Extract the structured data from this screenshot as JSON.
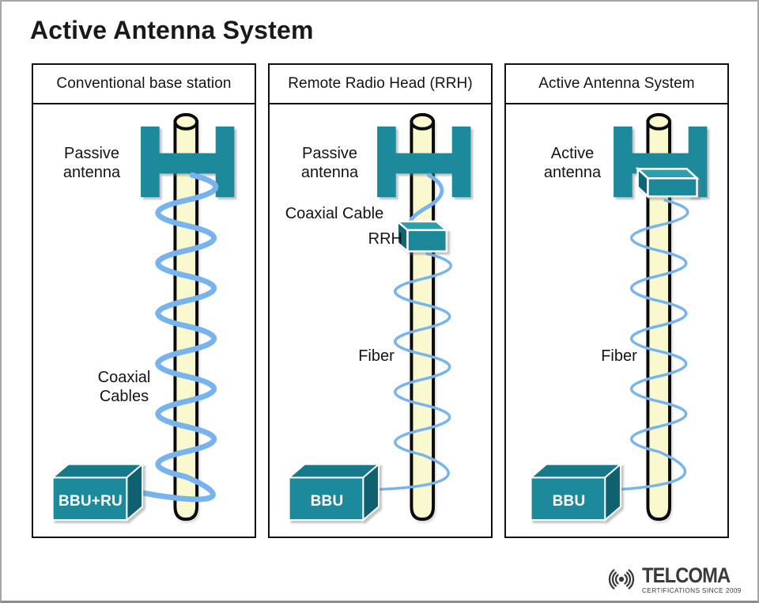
{
  "title": "Active Antenna System",
  "panels": [
    {
      "header": "Conventional base station",
      "antenna_label": {
        "line1": "Passive",
        "line2": "antenna"
      },
      "cable_label": {
        "line1": "Coaxial",
        "line2": "Cables"
      },
      "unit_label": "BBU+RU"
    },
    {
      "header": "Remote Radio Head (RRH)",
      "antenna_label": {
        "line1": "Passive",
        "line2": "antenna"
      },
      "coax_label": "Coaxial Cable",
      "rrh_label": "RRH",
      "fiber_label": "Fiber",
      "unit_label": "BBU"
    },
    {
      "header": "Active Antenna System",
      "antenna_label": {
        "line1": "Active",
        "line2": "antenna"
      },
      "fiber_label": "Fiber",
      "unit_label": "BBU"
    }
  ],
  "logo": {
    "brand": "TELCOMA",
    "tagline": "CERTIFICATIONS SINCE 2009",
    "icon": "radio-signal-icon"
  },
  "colors": {
    "teal": "#1d8a9b",
    "teal_top": "#2b9fae",
    "teal_dark": "#116675",
    "pole_fill": "#faf8cf",
    "pole_outline": "#0a0a0a",
    "cable_blue": "#77b3ee",
    "logo_gray": "#3a3a3a"
  }
}
